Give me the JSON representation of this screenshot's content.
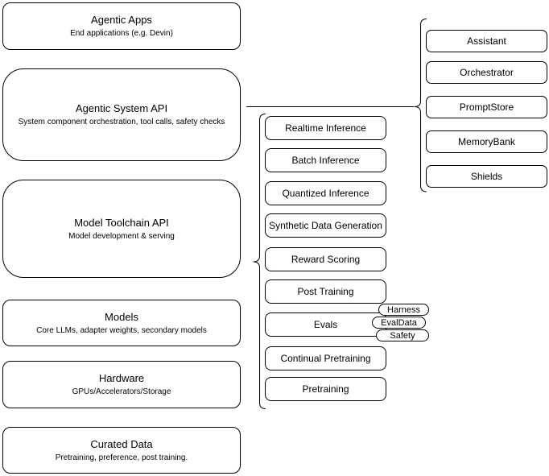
{
  "diagram": {
    "left_column": [
      {
        "title": "Agentic Apps",
        "subtitle": "End applications (e.g. Devin)"
      },
      {
        "title": "Agentic System API",
        "subtitle": "System component orchestration, tool calls, safety checks"
      },
      {
        "title": "Model Toolchain API",
        "subtitle": "Model development & serving"
      },
      {
        "title": "Models",
        "subtitle": "Core LLMs, adapter weights, secondary models"
      },
      {
        "title": "Hardware",
        "subtitle": "GPUs/Accelerators/Storage"
      },
      {
        "title": "Curated Data",
        "subtitle": "Pretraining, preference, post training."
      }
    ],
    "toolchain_items": [
      "Realtime Inference",
      "Batch Inference",
      "Quantized Inference",
      "Synthetic Data Generation",
      "Reward Scoring",
      "Post Training",
      "Evals",
      "Continual Pretraining",
      "Pretraining"
    ],
    "system_components": [
      "Assistant",
      "Orchestrator",
      "PromptStore",
      "MemoryBank",
      "Shields"
    ],
    "eval_tags": [
      "Harness",
      "EvalData",
      "Safety"
    ],
    "colors": {
      "stroke": "#000000",
      "fill": "#ffffff",
      "text": "#000000"
    }
  }
}
